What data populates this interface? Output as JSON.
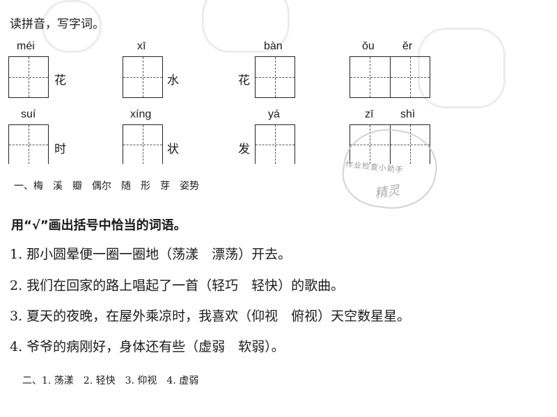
{
  "section1": {
    "title": "读拼音，写字词。",
    "row1": {
      "pinyin": [
        "méi",
        "xī",
        "bàn",
        "ǒu",
        "ěr"
      ],
      "chars": [
        "花",
        "水",
        "花"
      ]
    },
    "row2": {
      "pinyin": [
        "suí",
        "xíng",
        "yá",
        "zī",
        "shì"
      ],
      "chars": [
        "时",
        "状",
        "发"
      ]
    },
    "answer": "一、梅　溪　瓣　偶尔　随　形　芽　姿势"
  },
  "stamp": {
    "text": "作业检查小助手",
    "signature": "精灵"
  },
  "section2": {
    "title": "用“√”画出括号中恰当的词语。",
    "questions": [
      "1.  那小圆晕便一圈一圈地（荡漾　漂荡）开去。",
      "2.  我们在回家的路上唱起了一首（轻巧　轻快）的歌曲。",
      "3.  夏天的夜晚，在屋外乘凉时，我喜欢（仰视　俯视）天空数星星。",
      "4.  爷爷的病刚好，身体还有些（虚弱　软弱）。"
    ],
    "answer": "二、1. 荡漾　2. 轻快　3. 仰视　4. 虚弱"
  }
}
